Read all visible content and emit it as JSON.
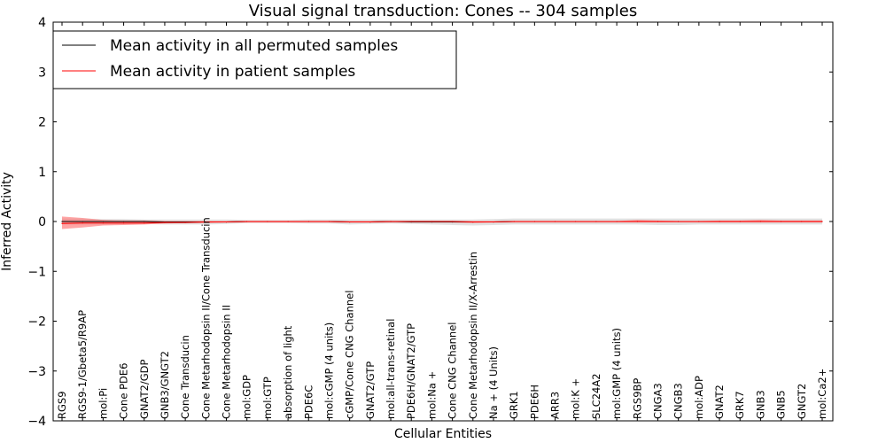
{
  "chart_data": {
    "type": "line",
    "title": "Visual signal transduction: Cones -- 304 samples",
    "xlabel": "Cellular Entities",
    "ylabel": "Inferred Activity",
    "ylim": [
      -4,
      4
    ],
    "yticks": [
      "−4",
      "−3",
      "−2",
      "−1",
      "0",
      "1",
      "2",
      "3",
      "4"
    ],
    "grid": false,
    "legend_position": "top-left",
    "categories": [
      "RGS9",
      "RGS9-1/Gbeta5/R9AP",
      "mol:Pi",
      "Cone PDE6",
      "GNAT2/GDP",
      "GNB3/GNGT2",
      "Cone Transducin",
      "Cone Metarhodopsin II/Cone Transducin",
      "Cone Metarhodopsin II",
      "mol:GDP",
      "mol:GTP",
      "absorption of light",
      "PDE6C",
      "mol:cGMP (4 units)",
      "cGMP/Cone CNG Channel",
      "GNAT2/GTP",
      "mol:all-trans-retinal",
      "PDE6H/GNAT2/GTP",
      "mol:Na +",
      "Cone CNG Channel",
      "Cone Metarhodopsin II/X-Arrestin",
      "Na + (4 Units)",
      "GRK1",
      "PDE6H",
      "ARR3",
      "mol:K +",
      "SLC24A2",
      "mol:GMP (4 units)",
      "RGS9BP",
      "CNGA3",
      "CNGB3",
      "mol:ADP",
      "GNAT2",
      "GRK7",
      "GNB3",
      "GNB5",
      "GNGT2",
      "mol:Ca2+"
    ],
    "series": [
      {
        "name": "Mean activity in all permuted samples",
        "color": "#000000",
        "band_color": "#c8c8c8",
        "values": [
          0.0,
          0.0,
          0.0,
          0.0,
          0.0,
          -0.01,
          -0.01,
          -0.01,
          -0.01,
          0.0,
          0.0,
          0.0,
          0.0,
          0.0,
          -0.01,
          -0.01,
          0.0,
          -0.01,
          -0.01,
          -0.01,
          -0.01,
          -0.01,
          0.0,
          0.0,
          0.0,
          0.0,
          0.0,
          0.0,
          0.0,
          0.0,
          0.0,
          0.0,
          0.0,
          0.0,
          0.0,
          0.0,
          0.0,
          0.0
        ],
        "lower": [
          -0.06,
          -0.06,
          -0.06,
          -0.05,
          -0.05,
          -0.06,
          -0.06,
          -0.06,
          -0.05,
          -0.03,
          -0.03,
          -0.03,
          -0.04,
          -0.04,
          -0.06,
          -0.05,
          -0.04,
          -0.05,
          -0.06,
          -0.07,
          -0.08,
          -0.07,
          -0.06,
          -0.06,
          -0.06,
          -0.06,
          -0.06,
          -0.06,
          -0.06,
          -0.07,
          -0.07,
          -0.06,
          -0.06,
          -0.06,
          -0.06,
          -0.06,
          -0.06,
          -0.06
        ],
        "upper": [
          0.06,
          0.06,
          0.05,
          0.05,
          0.04,
          0.04,
          0.04,
          0.04,
          0.04,
          0.03,
          0.03,
          0.03,
          0.04,
          0.04,
          0.04,
          0.04,
          0.04,
          0.04,
          0.04,
          0.04,
          0.04,
          0.05,
          0.06,
          0.06,
          0.06,
          0.06,
          0.06,
          0.06,
          0.06,
          0.06,
          0.06,
          0.06,
          0.06,
          0.06,
          0.06,
          0.06,
          0.06,
          0.06
        ]
      },
      {
        "name": "Mean activity in patient samples",
        "color": "#ff0000",
        "band_color": "#ff6b6b",
        "values": [
          -0.04,
          -0.03,
          -0.03,
          -0.03,
          -0.03,
          -0.02,
          -0.02,
          -0.01,
          -0.01,
          0.0,
          0.0,
          0.0,
          0.0,
          0.0,
          -0.01,
          -0.01,
          0.0,
          0.0,
          0.0,
          0.0,
          -0.01,
          -0.01,
          0.0,
          0.0,
          0.0,
          0.0,
          0.0,
          0.0,
          0.0,
          0.0,
          0.0,
          0.0,
          0.0,
          0.0,
          0.0,
          0.0,
          0.0,
          0.0
        ],
        "lower": [
          -0.15,
          -0.12,
          -0.08,
          -0.07,
          -0.06,
          -0.04,
          -0.03,
          -0.03,
          -0.02,
          -0.02,
          -0.02,
          -0.02,
          -0.02,
          -0.02,
          -0.02,
          -0.02,
          -0.02,
          -0.02,
          -0.02,
          -0.02,
          -0.03,
          -0.02,
          -0.02,
          -0.02,
          -0.02,
          -0.02,
          -0.02,
          -0.02,
          -0.02,
          -0.02,
          -0.02,
          -0.02,
          -0.02,
          -0.02,
          -0.02,
          -0.02,
          -0.02,
          -0.02
        ],
        "upper": [
          0.1,
          0.07,
          0.03,
          0.02,
          0.02,
          0.01,
          0.01,
          0.01,
          0.01,
          0.01,
          0.01,
          0.01,
          0.01,
          0.01,
          0.01,
          0.01,
          0.01,
          0.01,
          0.01,
          0.01,
          0.01,
          0.01,
          0.01,
          0.01,
          0.01,
          0.01,
          0.01,
          0.01,
          0.03,
          0.02,
          0.01,
          0.01,
          0.02,
          0.02,
          0.03,
          0.02,
          0.02,
          0.02
        ]
      }
    ]
  }
}
